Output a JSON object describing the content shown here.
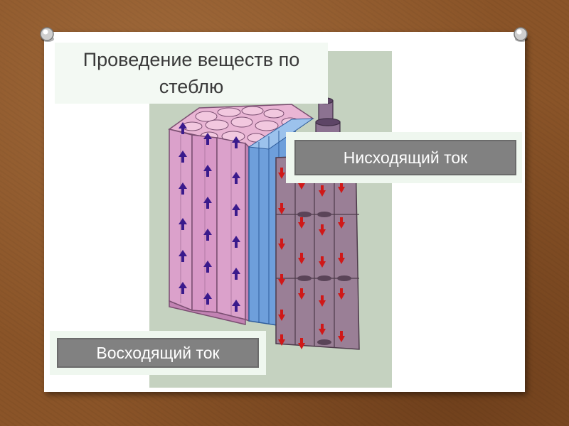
{
  "slide": {
    "title": "Проведение веществ по стеблю",
    "descending_label": "Нисходящий ток",
    "ascending_label": "Восходящий ток"
  },
  "colors": {
    "background": "#8a5428",
    "card": "#ffffff",
    "figure_bg": "#c5d2c0",
    "label_bg": "#818181",
    "xylem_pink": "#d9a0cc",
    "cambium_blue": "#6e9fdb",
    "phloem_mauve": "#9a7f96",
    "up_arrow": "#3a1a8c",
    "down_arrow": "#d01818"
  },
  "icons": [
    "pin-icon",
    "up-arrow-icon",
    "down-arrow-icon"
  ]
}
